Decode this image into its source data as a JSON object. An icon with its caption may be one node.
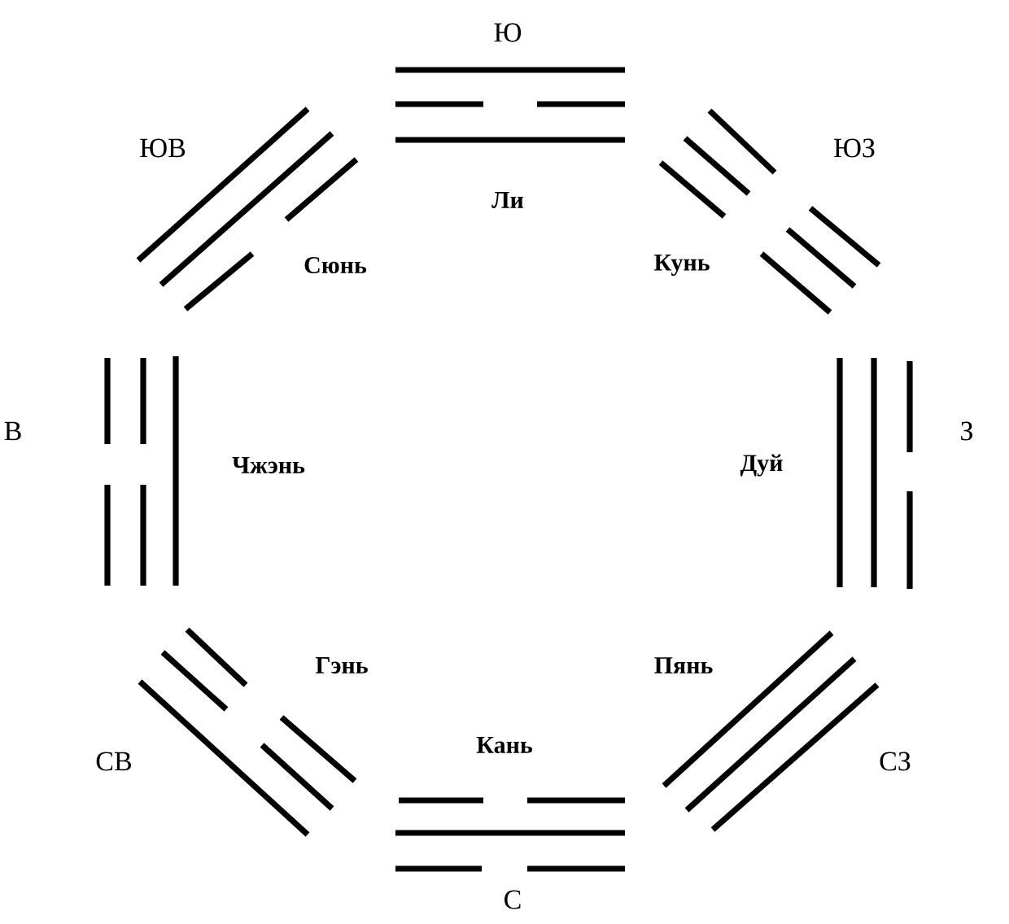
{
  "diagram": {
    "labels": [
      "Ю",
      "ЮВ",
      "ЮЗ",
      "Ли",
      "Сюнь",
      "Кунь",
      "В",
      "Чжэнь",
      "Дуй",
      "З",
      "Гэнь",
      "Пянь",
      "Кань",
      "СВ",
      "СЗ",
      "С"
    ]
  }
}
